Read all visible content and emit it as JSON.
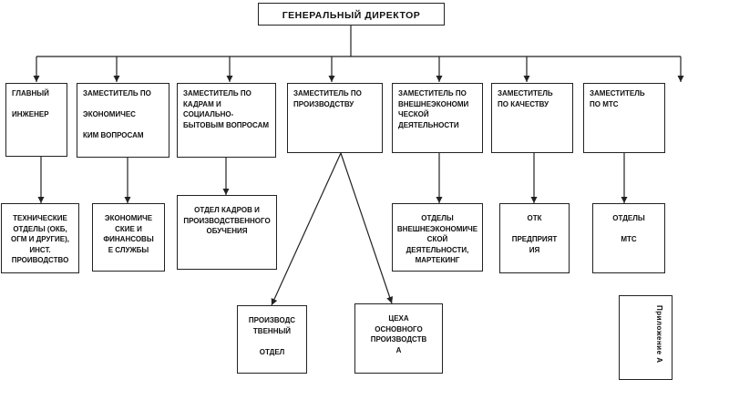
{
  "root": {
    "label": "ГЕНЕРАЛЬНЫЙ     ДИРЕКТОР"
  },
  "deputies": [
    {
      "label": "ГЛАВНЫЙ\n\nИНЖЕНЕР"
    },
    {
      "label": "ЗАМЕСТИТЕЛЬ  ПО\n\nЭКОНОМИЧЕС\n\nКИМ ВОПРОСАМ"
    },
    {
      "label": "ЗАМЕСТИТЕЛЬ ПО\nКАДРАМ И\nСОЦИАЛЬНО-\nБЫТОВЫМ ВОПРОСАМ"
    },
    {
      "label": "ЗАМЕСТИТЕЛЬ  ПО\nПРОИЗВОДСТВУ"
    },
    {
      "label": "ЗАМЕСТИТЕЛЬ  ПО\nВНЕШНЕЭКОНОМИ\nЧЕСКОЙ\nДЕЯТЕЛЬНОСТИ"
    },
    {
      "label": "ЗАМЕСТИТЕЛЬ\nПО КАЧЕСТВУ"
    },
    {
      "label": "ЗАМЕСТИТЕЛЬ\nПО МТС"
    }
  ],
  "departments": [
    {
      "label": "ТЕХНИЧЕСКИЕ\nОТДЕЛЫ (ОКБ,\nОГМ и другие),\nИНСТ.\nПРОИВОДСТВО"
    },
    {
      "label": "ЭКОНОМИЧЕ\nСКИЕ И\nФИНАНСОВЫ\nЕ СЛУЖБЫ"
    },
    {
      "label": "ОТДЕЛ КАДРОВ     И\nПРОИЗВОДСТВЕННОГО\nОБУЧЕНИЯ"
    },
    {
      "label": "ОТДЕЛЫ\nВНЕШНЕЭКОНОМИЧЕ\nСКОЙ\nДЕЯТЕЛЬНОСТИ,\nМАРТЕКИНГ"
    },
    {
      "label": "ОТК\n\nПРЕДПРИЯТ\nИЯ"
    },
    {
      "label": "ОТДЕЛЫ\n\nМТС"
    }
  ],
  "production_units": [
    {
      "label": "ПРОИЗВОДС\nТВЕННЫЙ\n\nОТДЕЛ"
    },
    {
      "label": "ЦЕХА\nОСНОВНОГО\nПРОИЗВОДСТВ\nА"
    }
  ],
  "appendix": {
    "label": "Приложение А"
  },
  "colors": {
    "line": "#222222",
    "box_border": "#222222",
    "background": "#ffffff"
  }
}
